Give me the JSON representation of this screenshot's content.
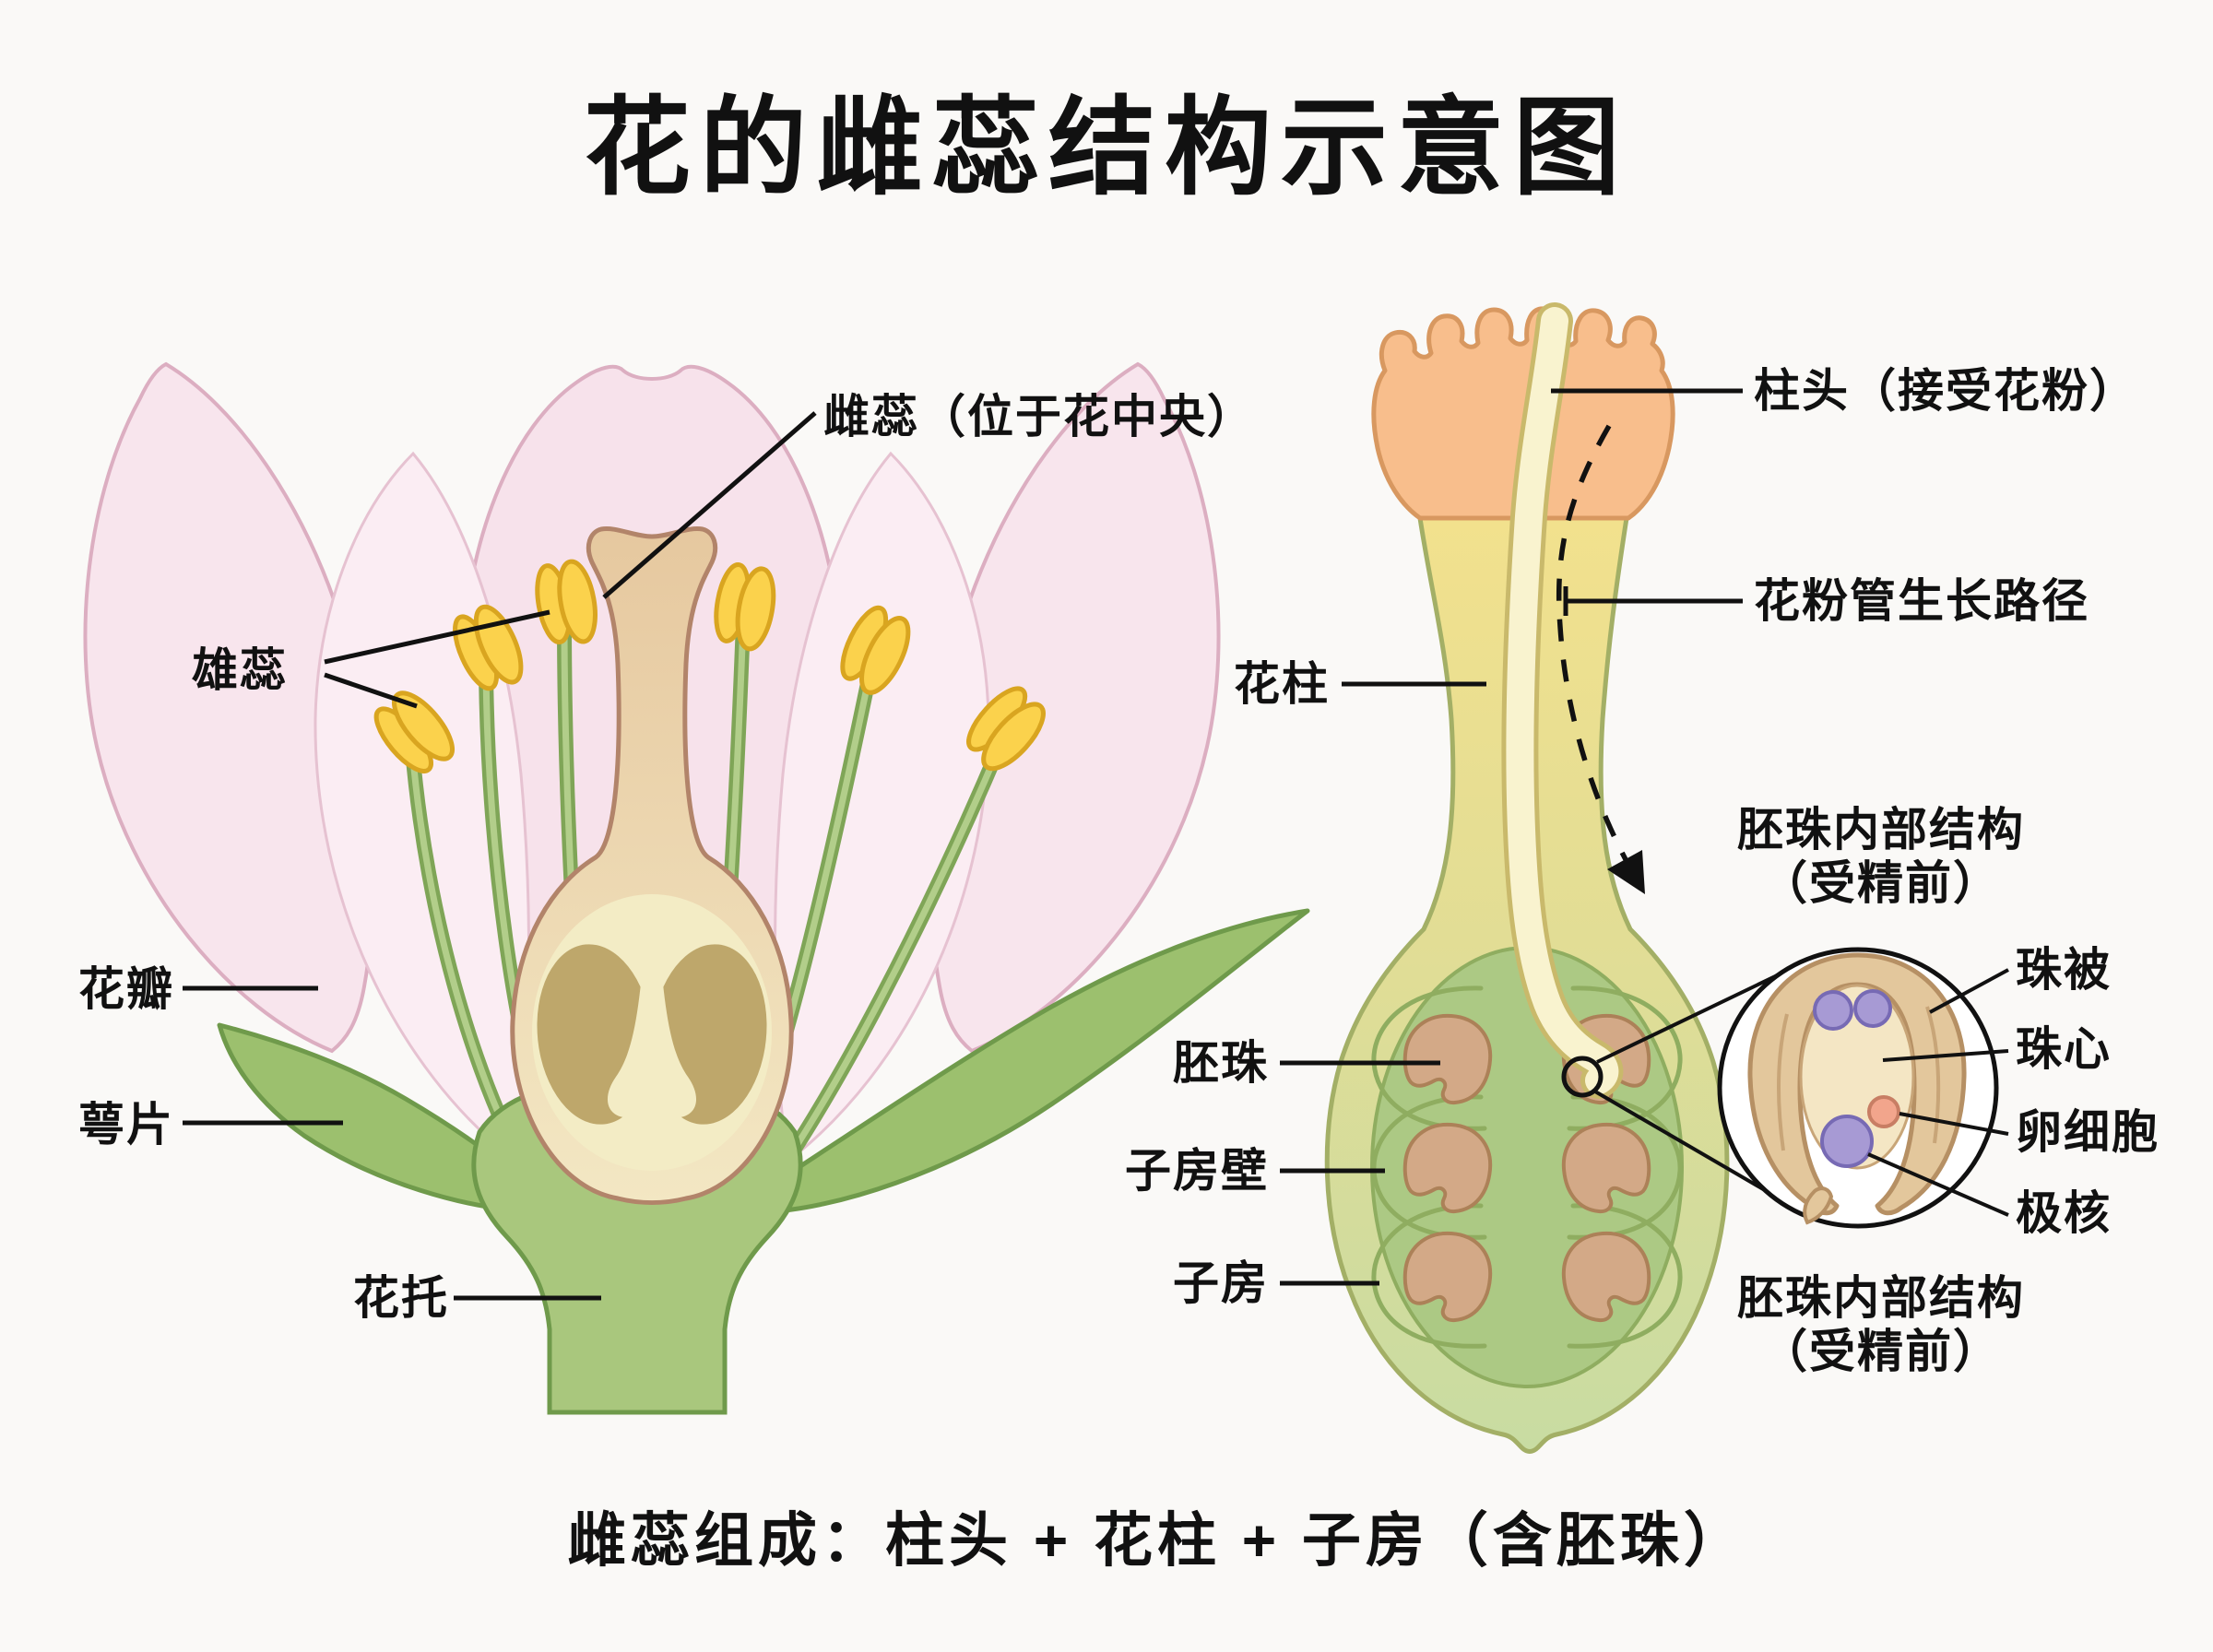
{
  "title": "花的雌蕊结构示意图",
  "summary": "雌蕊组成：柱头 + 花柱 + 子房（含胚珠）",
  "flower_section": {
    "pistil_label": "雌蕊（位于花中央）",
    "stamen_label": "雄蕊",
    "petal_label": "花瓣",
    "sepal_label": "萼片",
    "receptacle_label": "花托"
  },
  "pistil_section": {
    "stigma_label": "柱头（接受花粉）",
    "pollen_tube_path_label": "花粉管生长路径",
    "style_label": "花柱",
    "ovule_label": "胚珠",
    "ovary_wall_label": "子房壁",
    "ovary_label": "子房"
  },
  "ovule_inset": {
    "heading_line1": "胚珠内部结构",
    "heading_line2": "（受精前）",
    "integument_label": "珠被",
    "nucellus_label": "珠心",
    "egg_cell_label": "卵细胞",
    "polar_nuclei_label": "极核",
    "caption_line1": "胚珠内部结构",
    "caption_line2": "（受精前）"
  },
  "colors": {
    "background": "#FAF9F7",
    "ink": "#111111",
    "petal_pink": "#F8E5ED",
    "petal_outline": "#DCAEC1",
    "inner_petal_pink": "#FBEDF3",
    "sepal_green": "#9CC06E",
    "green_outline": "#6F9A4B",
    "receptacle_green": "#A9C77D",
    "filament_green": "#7FA557",
    "anther_yellow": "#FBD24C",
    "anther_outline": "#D9A520",
    "pistil_tan": "#E6C89F",
    "pistil_outline": "#B2846A",
    "ovule_khaki": "#BEA76B",
    "stigma_orange": "#F8BE8C",
    "stigma_outline": "#D89860",
    "style_yellow": "#F2E18D",
    "ovary_green": "#C8DCA2",
    "ovary_chamber_green": "#ACC984",
    "ovule_tan": "#D3A987",
    "ovule_outline": "#AC8158",
    "pollen_tube_cream": "#F9F3CF",
    "pollen_tube_outline": "#C9B96B",
    "integument_tan": "#E3C79C",
    "nucellus_cream": "#F4E6C4",
    "nucleus_purple": "#A79AD4",
    "egg_cell_orange": "#F2A58C"
  }
}
